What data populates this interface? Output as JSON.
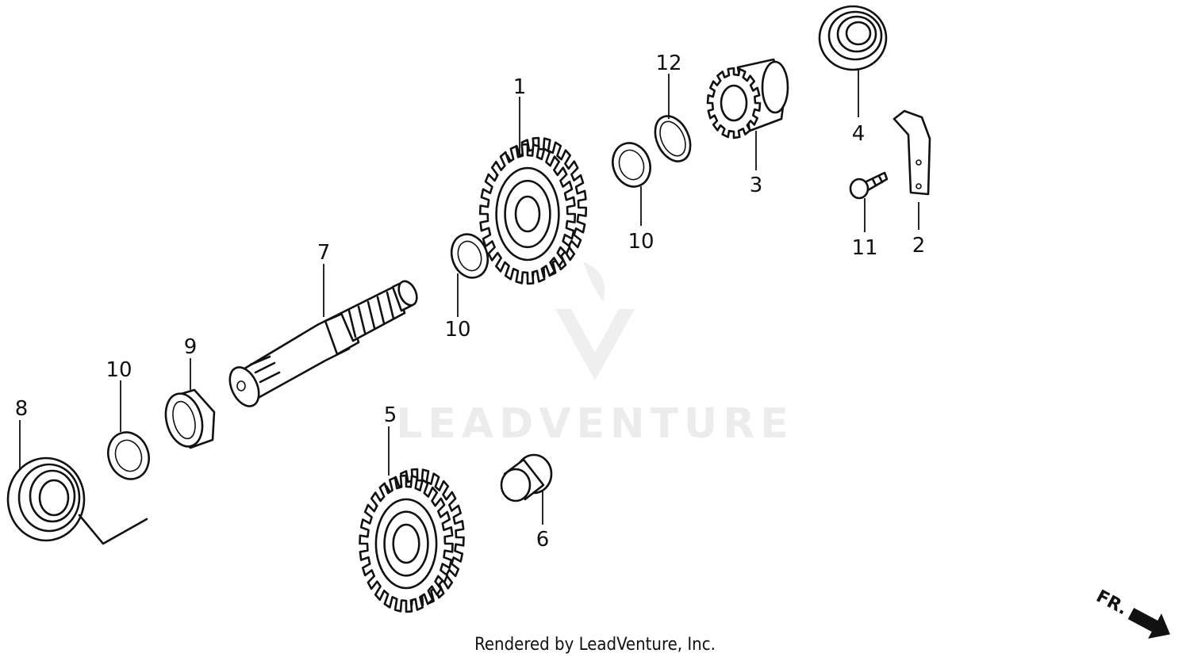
{
  "diagram": {
    "watermark": "LEADVENTURE",
    "footer_credit": "Rendered by LeadVenture, Inc.",
    "direction_label": "FR.",
    "callouts": {
      "c1": "1",
      "c2": "2",
      "c3": "3",
      "c4": "4",
      "c5": "5",
      "c6": "6",
      "c7": "7",
      "c8": "8",
      "c9": "9",
      "c10a": "10",
      "c10b": "10",
      "c10c": "10",
      "c11": "11",
      "c12": "12"
    }
  }
}
